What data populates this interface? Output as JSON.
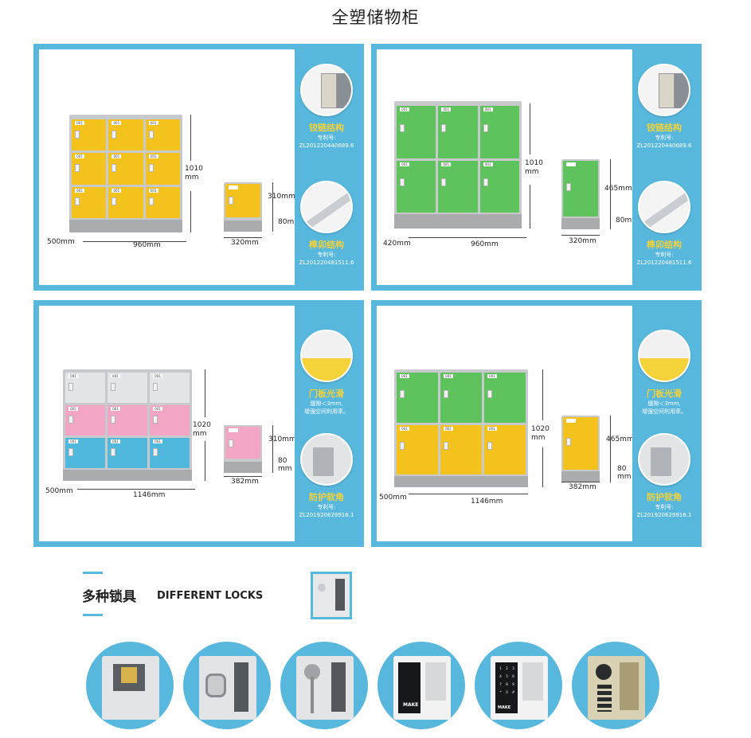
{
  "page": {
    "title": "全塑储物柜"
  },
  "panels": [
    {
      "id": "yellow",
      "door_color": "#f3c21c",
      "dims": {
        "width": "960mm",
        "depth": "500mm",
        "height": "1010",
        "height_unit": "mm",
        "single_width": "320mm",
        "door_h": "310mm",
        "base_h": "80mm"
      },
      "features": [
        {
          "title": "铰链结构",
          "lines": [
            "专利号:",
            "ZL201220440689.6"
          ]
        },
        {
          "title": "榫卯结构",
          "lines": [
            "专利号:",
            "ZL201220481511.6"
          ]
        }
      ]
    },
    {
      "id": "green",
      "door_color": "#5ec35c",
      "dims": {
        "width": "960mm",
        "depth": "420mm",
        "height": "1010",
        "height_unit": "mm",
        "single_width": "320mm",
        "door_h": "465mm",
        "base_h": "80mm"
      },
      "features": [
        {
          "title": "铰链结构",
          "lines": [
            "专利号:",
            "ZL201220440689.6"
          ]
        },
        {
          "title": "榫卯结构",
          "lines": [
            "专利号:",
            "ZL201220481511.6"
          ]
        }
      ]
    },
    {
      "id": "tricolor",
      "door_color": "#f2a5c4",
      "dims": {
        "width": "1146mm",
        "depth": "500mm",
        "height": "1020",
        "height_unit": "mm",
        "single_width": "382mm",
        "door_h": "310mm",
        "base_h": "80",
        "base_unit": "mm"
      },
      "features": [
        {
          "title": "门板光滑",
          "lines": [
            "缝隙＜3mm,",
            "增强空间利用率。"
          ]
        },
        {
          "title": "防护软角",
          "lines": [
            "专利号:",
            "ZL201920629916.1"
          ]
        }
      ]
    },
    {
      "id": "greenyellow",
      "door_color": "#f3c21c",
      "dims": {
        "width": "1146mm",
        "depth": "500mm",
        "height": "1020",
        "height_unit": "mm",
        "single_width": "382mm",
        "door_h": "465mm",
        "base_h": "80",
        "base_unit": "mm"
      },
      "features": [
        {
          "title": "门板光滑",
          "lines": [
            "缝隙＜3mm,",
            "增强空间利用率。"
          ]
        },
        {
          "title": "防护软角",
          "lines": [
            "专利号:",
            "ZL201920629916.1"
          ]
        }
      ]
    }
  ],
  "door_label": "001",
  "locks": {
    "title": "多种锁具",
    "subtitle": "DIFFERENT LOCKS",
    "brand": "MAKE",
    "keypad_keys": [
      "1",
      "2",
      "3",
      "4",
      "5",
      "6",
      "7",
      "8",
      "9",
      "*",
      "0",
      "#"
    ],
    "items": [
      {
        "name": "coin-lock"
      },
      {
        "name": "padlock-hasp"
      },
      {
        "name": "key-lock"
      },
      {
        "name": "rfid-lock"
      },
      {
        "name": "keypad-lock"
      },
      {
        "name": "combination-lock"
      }
    ],
    "accent_color": "#57b7dc"
  }
}
